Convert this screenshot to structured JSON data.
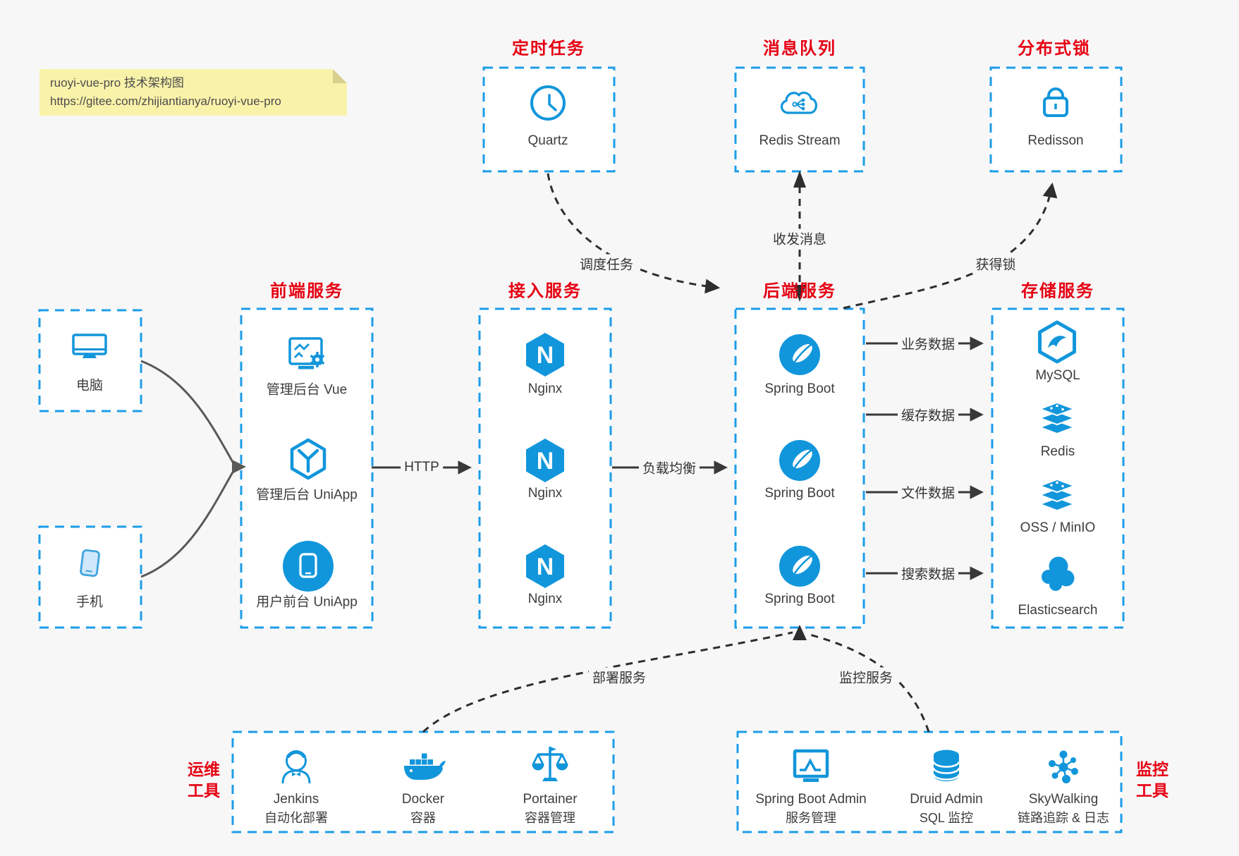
{
  "note": {
    "line1": "ruoyi-vue-pro 技术架构图",
    "line2": "https://gitee.com/zhijiantianya/ruoyi-vue-pro"
  },
  "icons": {
    "nginx_letter": "N"
  },
  "groups": {
    "scheduler": {
      "title": "定时任务",
      "item": {
        "label": "Quartz"
      }
    },
    "mq": {
      "title": "消息队列",
      "item": {
        "label": "Redis Stream"
      }
    },
    "lock": {
      "title": "分布式锁",
      "item": {
        "label": "Redisson"
      }
    },
    "clients": {
      "pc": {
        "label": "电脑"
      },
      "phone": {
        "label": "手机"
      }
    },
    "frontend": {
      "title": "前端服务",
      "items": [
        {
          "label": "管理后台 Vue"
        },
        {
          "label": "管理后台 UniApp"
        },
        {
          "label": "用户前台 UniApp"
        }
      ]
    },
    "gateway": {
      "title": "接入服务",
      "items": [
        {
          "label": "Nginx"
        },
        {
          "label": "Nginx"
        },
        {
          "label": "Nginx"
        }
      ]
    },
    "backend": {
      "title": "后端服务",
      "items": [
        {
          "label": "Spring Boot"
        },
        {
          "label": "Spring Boot"
        },
        {
          "label": "Spring Boot"
        }
      ]
    },
    "storage": {
      "title": "存储服务",
      "items": [
        {
          "label": "MySQL"
        },
        {
          "label": "Redis"
        },
        {
          "label": "OSS / MinIO"
        },
        {
          "label": "Elasticsearch"
        }
      ]
    },
    "ops": {
      "title_line1": "运维",
      "title_line2": "工具",
      "items": [
        {
          "name": "Jenkins",
          "desc": "自动化部署"
        },
        {
          "name": "Docker",
          "desc": "容器"
        },
        {
          "name": "Portainer",
          "desc": "容器管理"
        }
      ]
    },
    "monitoring": {
      "title_line1": "监控",
      "title_line2": "工具",
      "items": [
        {
          "name": "Spring Boot Admin",
          "desc": "服务管理"
        },
        {
          "name": "Druid Admin",
          "desc": "SQL 监控"
        },
        {
          "name": "SkyWalking",
          "desc": "链路追踪 & 日志"
        }
      ]
    }
  },
  "edges": {
    "http": "HTTP",
    "load_balance": "负载均衡",
    "business_data": "业务数据",
    "cache_data": "缓存数据",
    "file_data": "文件数据",
    "search_data": "搜索数据",
    "schedule_task": "调度任务",
    "send_receive_message": "收发消息",
    "acquire_lock": "获得锁",
    "deploy_service": "部署服务",
    "monitor_service": "监控服务"
  },
  "colors": {
    "icon_blue": "#1296db",
    "border_blue": "#1c9de8",
    "title_red": "#e60012",
    "note_bg": "#f9f2a9"
  }
}
